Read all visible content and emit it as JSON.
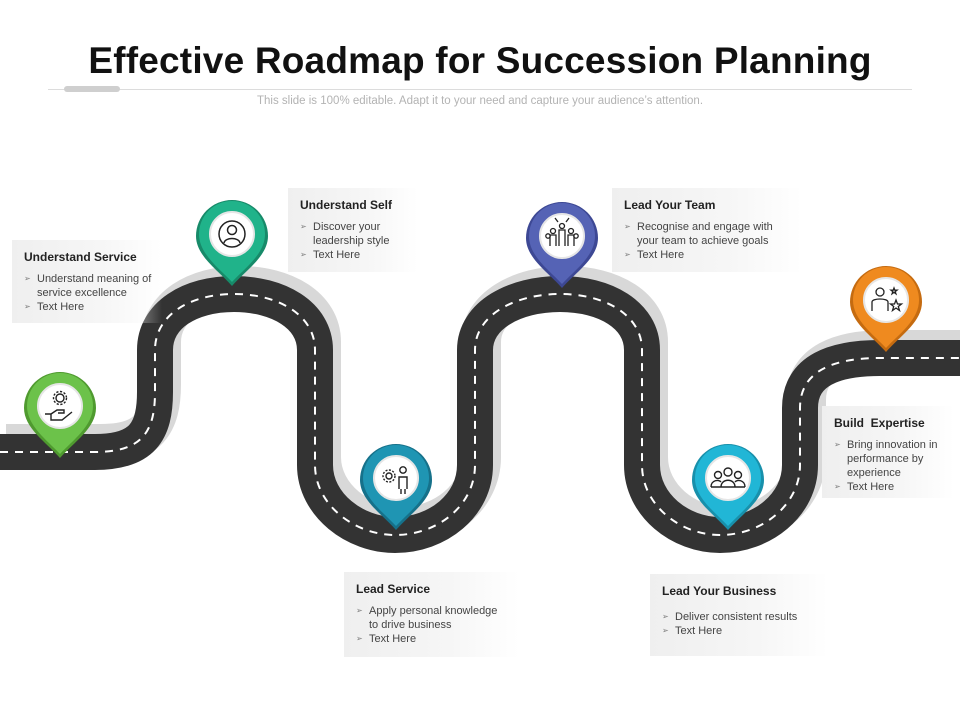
{
  "header": {
    "title": "Effective Roadmap for Succession Planning",
    "subtitle": "This slide is 100% editable. Adapt it to your need and capture your audience’s attention."
  },
  "colors": {
    "road": "#333333",
    "pin_green": "#6cc24a",
    "pin_teal": "#20b38a",
    "pin_blue_teal": "#1f95b3",
    "pin_indigo": "#5563b5",
    "pin_cyan": "#21b6d6",
    "pin_orange": "#ef8a1f"
  },
  "milestones": [
    {
      "title": "Understand Service",
      "bullets": [
        "Understand meaning of service excellence",
        "Text Here"
      ],
      "icon": "hand-gear-icon"
    },
    {
      "title": "Understand Self",
      "bullets": [
        "Discover your leadership style",
        "Text Here"
      ],
      "icon": "person-icon"
    },
    {
      "title": "Lead Service",
      "bullets": [
        "Apply personal knowledge to drive business",
        "Text Here"
      ],
      "icon": "gear-person-icon"
    },
    {
      "title": "Lead Your Team",
      "bullets": [
        "Recognise and engage with your team to achieve goals",
        "Text Here"
      ],
      "icon": "team-celebrate-icon"
    },
    {
      "title": "Lead Your Business",
      "bullets": [
        "Deliver consistent results",
        "Text Here"
      ],
      "icon": "group-icon"
    },
    {
      "title": "Build  Expertise",
      "bullets": [
        "Bring innovation in performance by experience",
        "Text Here"
      ],
      "icon": "person-star-icon"
    }
  ]
}
